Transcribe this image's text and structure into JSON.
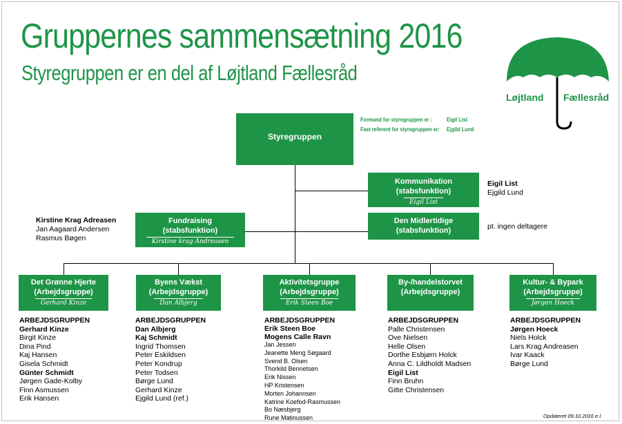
{
  "header": {
    "title": "Gruppernes  sammensætning 2016",
    "subtitle": "Styregruppen er en del af Løjtland Fællesråd"
  },
  "logo": {
    "left": "Løjtland",
    "right": "Fællesråd",
    "color": "#1e9447",
    "icon": "umbrella-icon"
  },
  "styregruppe": {
    "title": "Styregruppen",
    "formand_label": "Formand for styregruppen er :",
    "formand_name": "Eigil List",
    "referent_label": "Fast referent for styregruppen er:",
    "referent_name": "Ejgild Lund"
  },
  "kommunikation": {
    "title1": "Kommunikation",
    "title2": "(stabsfunktion)",
    "signature": "Eigil List",
    "members": [
      "Eigil List",
      "Ejgild Lund"
    ]
  },
  "midlertidige": {
    "title1": "Den Midlertidige",
    "title2": "(stabsfunktion)",
    "note": "pt. ingen deltagere"
  },
  "fundraising": {
    "title1": "Fundraising",
    "title2": "(stabsfunktion)",
    "signature": "Kirstine krag Andreasen",
    "members": [
      "Kirstine Krag Adreasen",
      "Jan Aagaard Andersen",
      "Rasmus Bøgen"
    ]
  },
  "groups": [
    {
      "title1": "Det Grønne Hjerte",
      "title2": "(Arbejdsgruppe)",
      "signature": "Gerhard Kinze",
      "heading": "ARBEJDSGRUPPEN",
      "members": [
        {
          "name": "Gerhard Kinze",
          "bold": true
        },
        {
          "name": "Birgit Kinze"
        },
        {
          "name": "Dina Pind"
        },
        {
          "name": "Kaj Hansen"
        },
        {
          "name": "Gisela Schmidt"
        },
        {
          "name": "Günter Schmidt",
          "bold": true
        },
        {
          "name": "Jørgen Gade-Kolby"
        },
        {
          "name": "Finn Asmussen"
        },
        {
          "name": "Erik Hansen"
        }
      ]
    },
    {
      "title1": "Byens Vækst",
      "title2": "(Arbejdsgruppe)",
      "signature": "Dan Albjerg",
      "heading": "ARBEJDSGRUPPEN",
      "members": [
        {
          "name": "Dan Albjerg",
          "bold": true
        },
        {
          "name": "Kaj Schmidt",
          "bold": true
        },
        {
          "name": "Ingrid Thomsen"
        },
        {
          "name": "Peter Eskildsen"
        },
        {
          "name": "Peter Kondrup"
        },
        {
          "name": "Peter Todsen"
        },
        {
          "name": "Børge Lund"
        },
        {
          "name": "Gerhard Kinze"
        },
        {
          "name": "Ejgild Lund (ref.)"
        }
      ]
    },
    {
      "title1": "Aktivitetsgruppe",
      "title2": "(Arbejdsgruppe)",
      "signature": "Erik Steen Boe",
      "heading": "ARBEJDSGRUPPEN",
      "members": [
        {
          "name": "Erik Steen Boe",
          "bold": true
        },
        {
          "name": "Mogens Calle Ravn",
          "bold": true
        },
        {
          "name": "Jan Jessen"
        },
        {
          "name": "Jeanette Meng Søgaard"
        },
        {
          "name": "Svend B. Olsen"
        },
        {
          "name": "Thorkild Bennetsen"
        },
        {
          "name": "Erik Nissen"
        },
        {
          "name": "HP Kristensen"
        },
        {
          "name": "Morten Johannsen"
        },
        {
          "name": "Katrine Koefod-Rasmussen"
        },
        {
          "name": "Bo Næsbjerg"
        },
        {
          "name": "Rune Matinussen"
        }
      ]
    },
    {
      "title1": "By-/handelstorvet",
      "title2": "(Arbejdsgruppe)",
      "signature": "",
      "heading": "ARBEJDSGRUPPEN",
      "members": [
        {
          "name": "Palle Christensen"
        },
        {
          "name": "Ove Nielsen"
        },
        {
          "name": "Helle Olsen"
        },
        {
          "name": "Dorthe Esbjørn Holck"
        },
        {
          "name": "Anna C. Lildholdt Madsen"
        },
        {
          "name": "Eigil List",
          "bold": true
        },
        {
          "name": "Finn Bruhn"
        },
        {
          "name": "Gitte Christensen"
        }
      ]
    },
    {
      "title1": "Kultur- & Bypark",
      "title2": "(Arbejdsgruppe)",
      "signature": "Jørgen Hoeck",
      "heading": "ARBEJDSGRUPPEN",
      "members": [
        {
          "name": "Jørgen Hoeck",
          "bold": true
        },
        {
          "name": "Niels Holck"
        },
        {
          "name": "Lars Krag Andreasen"
        },
        {
          "name": "Ivar Kaack"
        },
        {
          "name": "Børge Lund"
        }
      ]
    }
  ],
  "footer": {
    "updated": "Opdateret 09.10.2016 e.l."
  }
}
